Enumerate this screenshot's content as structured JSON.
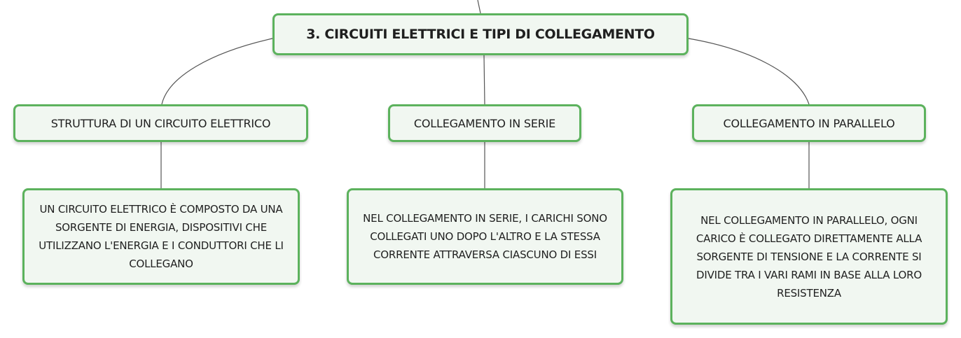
{
  "root": {
    "label": "3. CIRCUITI ELETTRICI E TIPI DI COLLEGAMENTO"
  },
  "branches": [
    {
      "label": "STRUTTURA DI UN CIRCUITO ELETTRICO",
      "detail": "UN CIRCUITO ELETTRICO È COMPOSTO DA UNA SORGENTE DI ENERGIA, DISPOSITIVI CHE UTILIZZANO L'ENERGIA E I CONDUTTORI CHE LI COLLEGANO"
    },
    {
      "label": "COLLEGAMENTO IN SERIE",
      "detail": "NEL COLLEGAMENTO IN SERIE, I CARICHI SONO COLLEGATI UNO DOPO L'ALTRO E LA STESSA CORRENTE ATTRAVERSA CIASCUNO DI ESSI"
    },
    {
      "label": "COLLEGAMENTO IN PARALLELO",
      "detail": "NEL COLLEGAMENTO IN PARALLELO, OGNI CARICO È COLLEGATO DIRETTAMENTE ALLA SORGENTE DI TENSIONE E LA CORRENTE SI DIVIDE TRA I VARI RAMI IN BASE ALLA LORO RESISTENZA"
    }
  ],
  "colors": {
    "node_border": "#5cb25d",
    "node_fill": "#f1f7f1",
    "connector": "#555555"
  }
}
